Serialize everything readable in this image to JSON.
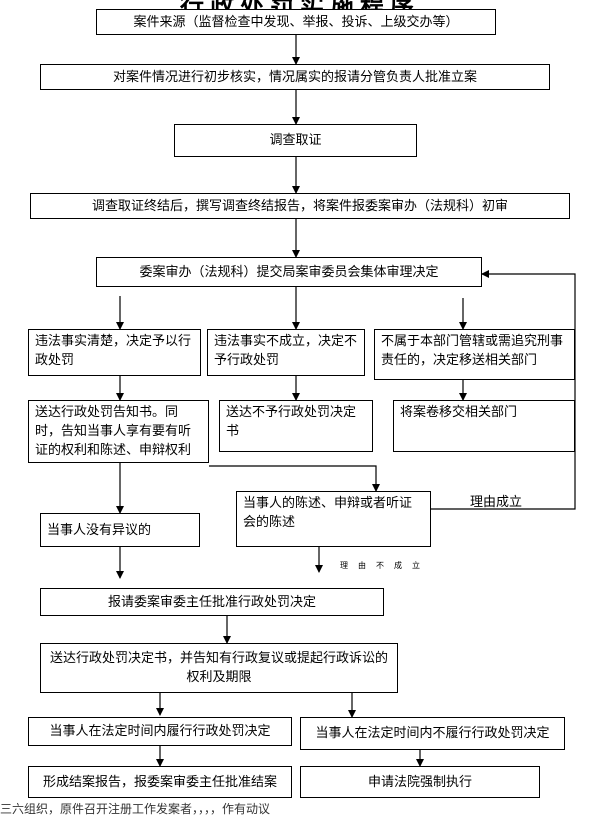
{
  "title": "行政处罚实施程序",
  "nodes": {
    "n1": "案件来源（监督检查中发现、举报、投诉、上级交办等）",
    "n2": "对案件情况进行初步核实，情况属实的报请分管负责人批准立案",
    "n3": "调查取证",
    "n4": "调查取证终结后，撰写调查终结报告，将案件报委案审办（法规科）初审",
    "n5": "委案审办（法规科）提交局案审委员会集体审理决定",
    "n6a": "违法事实清楚，决定予以行政处罚",
    "n6b": "违法事实不成立，决定不予行政处罚",
    "n6c": "不属于本部门管辖或需追究刑事责任的，决定移送相关部门",
    "n7a": "送达行政处罚告知书。同时，告知当事人享有要有听证的权利和陈述、申辩权利",
    "n7b": "送达不予行政处罚决定书",
    "n7c": "将案卷移交相关部门",
    "n8": "当事人的陈述、申辩或者听证会的陈述",
    "n9": "当事人没有异议的",
    "n10": "报请委案审委主任批准行政处罚决定",
    "n11": "送达行政处罚决定书，并告知有行政复议或提起行政诉讼的权利及期限",
    "n12a": "当事人在法定时间内履行行政处罚决定",
    "n12b": "当事人在法定时间内不履行行政处罚决定",
    "n13a": "形成结案报告，报委案审委主任批准结案",
    "n13b": "申请法院强制执行"
  },
  "labels": {
    "reason_ok": "理由成立",
    "reason_not": "理由不成立"
  },
  "footer": "三六组织，原件召开注册工作发案者，，，，作有动议"
}
